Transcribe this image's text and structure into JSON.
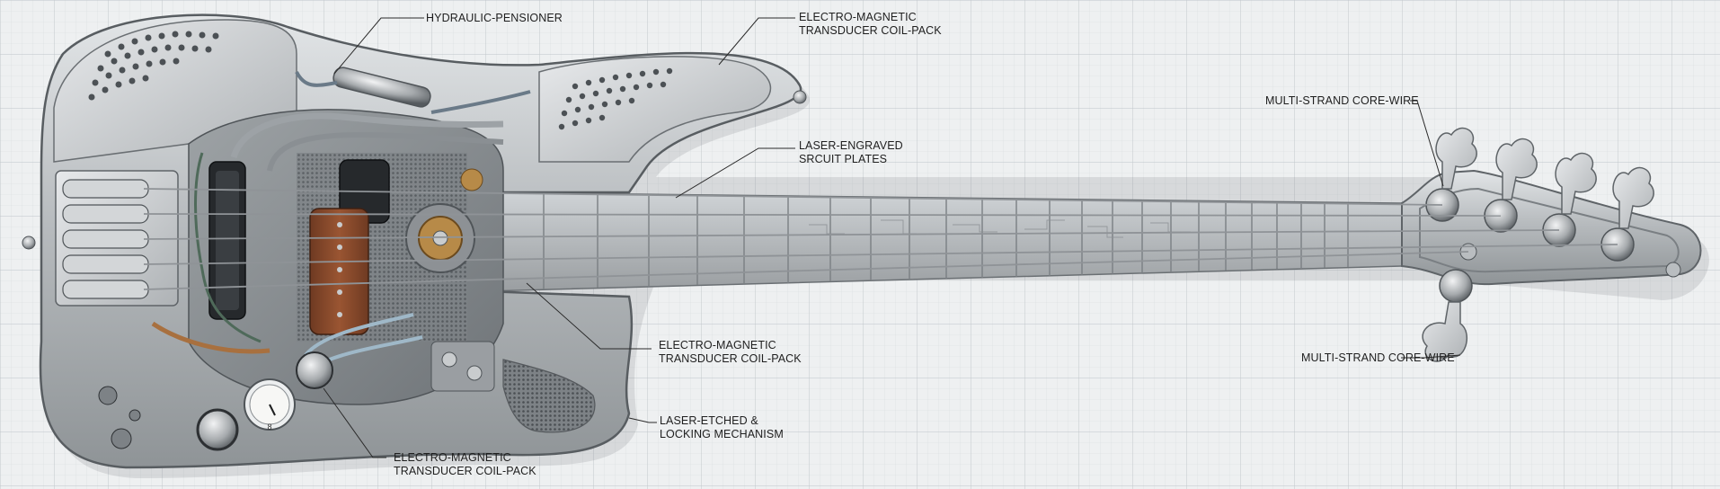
{
  "diagram": {
    "labels": {
      "hydraulic": [
        "HYDRAULIC-PENSIONER"
      ],
      "coil_top": [
        "ELECTRO-MAGNETIC",
        "TRANSDUCER COIL-PACK"
      ],
      "laser_plates": [
        "LASER-ENGRAVED",
        "SRCUIT PLATES"
      ],
      "core_wire_top": [
        "MULTI-STRAND CORE-WIRE"
      ],
      "coil_mid": [
        "ELECTRO-MAGNETIC",
        "TRANSDUCER COIL-PACK"
      ],
      "core_wire_bottom": [
        "MULTI-STRAND CORE-WIRE"
      ],
      "locking": [
        "LASER-ETCHED &",
        "LOCKING MECHANISM"
      ],
      "coil_bottom": [
        "ELECTRO-MAGNETIC",
        "TRANSDUCER COIL-PACK"
      ]
    },
    "gauge_text": "8",
    "colors": {
      "metal_light": "#d9dcde",
      "metal_mid": "#a9adb0",
      "metal_dark": "#5f6468",
      "grid": "#c9ced2",
      "copper": "#a8703f",
      "wood": "#8a4a2c"
    }
  }
}
